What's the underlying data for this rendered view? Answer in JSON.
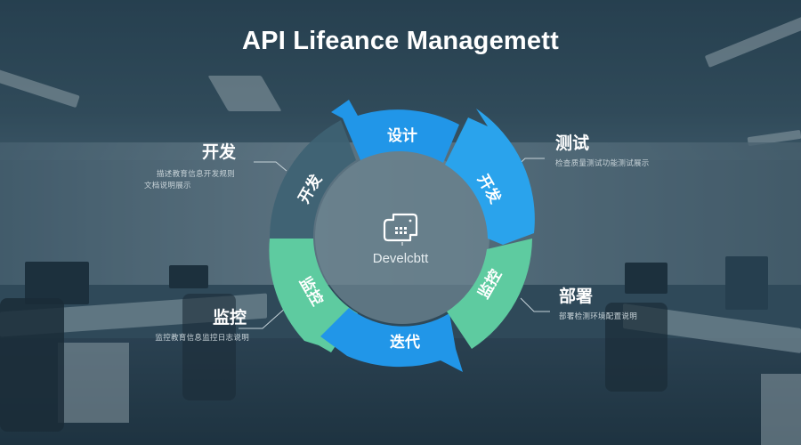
{
  "title": "API Lifeance Managemett",
  "center": {
    "icon": "developer-terminal-icon",
    "caption": "Develcbtt"
  },
  "ring": {
    "segments": [
      {
        "id": "design",
        "label": "设计",
        "color": "#2196e8",
        "position": "top"
      },
      {
        "id": "develop-right",
        "label": "开发",
        "color": "#28a2ea",
        "position": "upper-right"
      },
      {
        "id": "monitor-right",
        "label": "监控",
        "color": "#5ecba0",
        "position": "lower-right"
      },
      {
        "id": "iterate",
        "label": "迭代",
        "color": "#2196e8",
        "position": "bottom"
      },
      {
        "id": "monitor-left",
        "label": "监控",
        "color": "#5ecba0",
        "position": "lower-left"
      },
      {
        "id": "develop-left",
        "label": "开发",
        "color": "#3e6273",
        "position": "upper-left"
      }
    ]
  },
  "callouts": {
    "develop": {
      "heading": "开发",
      "desc_lines": [
        "描述教育信息开发规则",
        "文档说明展示"
      ]
    },
    "test": {
      "heading": "测试",
      "desc_lines": [
        "检查质量测试功能测试展示"
      ]
    },
    "deploy": {
      "heading": "部署",
      "desc_lines": [
        "部署检测环境配置说明"
      ]
    },
    "monitor": {
      "heading": "监控",
      "desc_lines": [
        "监控教育信息监控日志说明"
      ]
    }
  },
  "colors": {
    "blue": "#2196e8",
    "green": "#5ecba0",
    "slate": "#3e6273",
    "inner_circle": "#6f8792"
  }
}
